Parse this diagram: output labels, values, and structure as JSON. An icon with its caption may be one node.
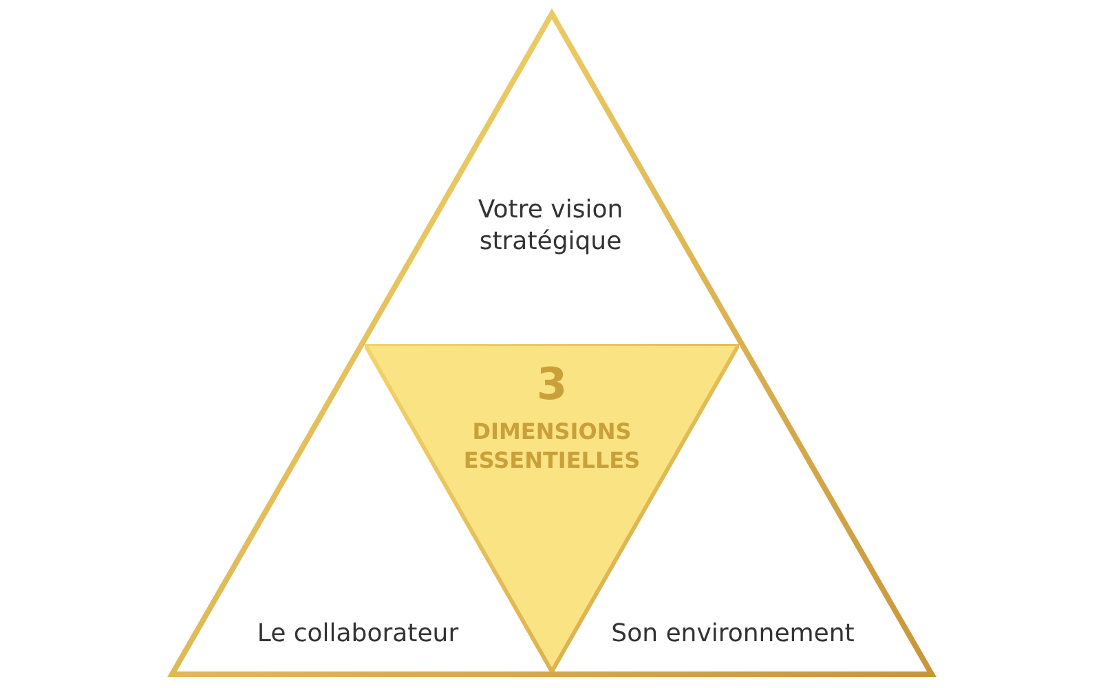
{
  "diagram": {
    "nodes": [
      {
        "text": [],
        "shape": "triangle"
      },
      {
        "text": [
          "Votre vision stratégique"
        ],
        "in": 0
      },
      {
        "text": [
          "3",
          "DIMENSIONS ESSENTIELLES"
        ],
        "in": 0
      },
      {
        "text": [
          "Le collaborateur"
        ],
        "in": 0
      },
      {
        "text": [
          "Son environnement"
        ],
        "in": 0
      }
    ],
    "edges": []
  }
}
